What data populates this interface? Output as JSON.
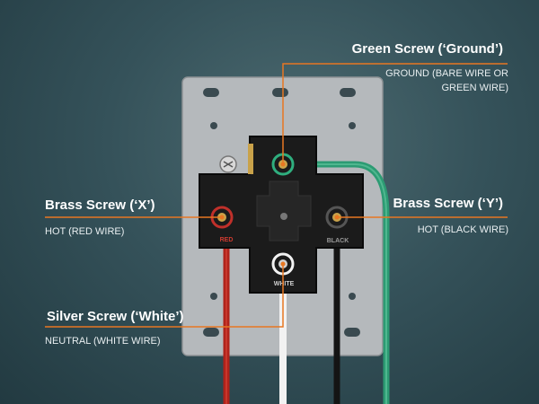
{
  "labels": {
    "green_title": "Green Screw (‘Ground’)",
    "green_sub": "GROUND (BARE WIRE OR GREEN WIRE)",
    "brass_x_title": "Brass Screw (‘X’)",
    "brass_x_sub": "HOT (RED WIRE)",
    "brass_y_title": "Brass Screw (‘Y’)",
    "brass_y_sub": "HOT (BLACK WIRE)",
    "silver_title": "Silver Screw (‘White’)",
    "silver_sub": "NEUTRAL (WHITE WIRE)"
  },
  "device": {
    "marking_red": "RED",
    "marking_black": "BLACK",
    "marking_white": "WHITE"
  },
  "colors": {
    "accent": "#e87722",
    "plate": "#b5b9bc",
    "body": "#1b1b1b",
    "wire_red": "#b0221b",
    "wire_white": "#f2f2f2",
    "wire_black": "#141414",
    "wire_green": "#2c9b73",
    "screw_green": "#2fae7e",
    "screw_brass": "#c9a24a"
  }
}
